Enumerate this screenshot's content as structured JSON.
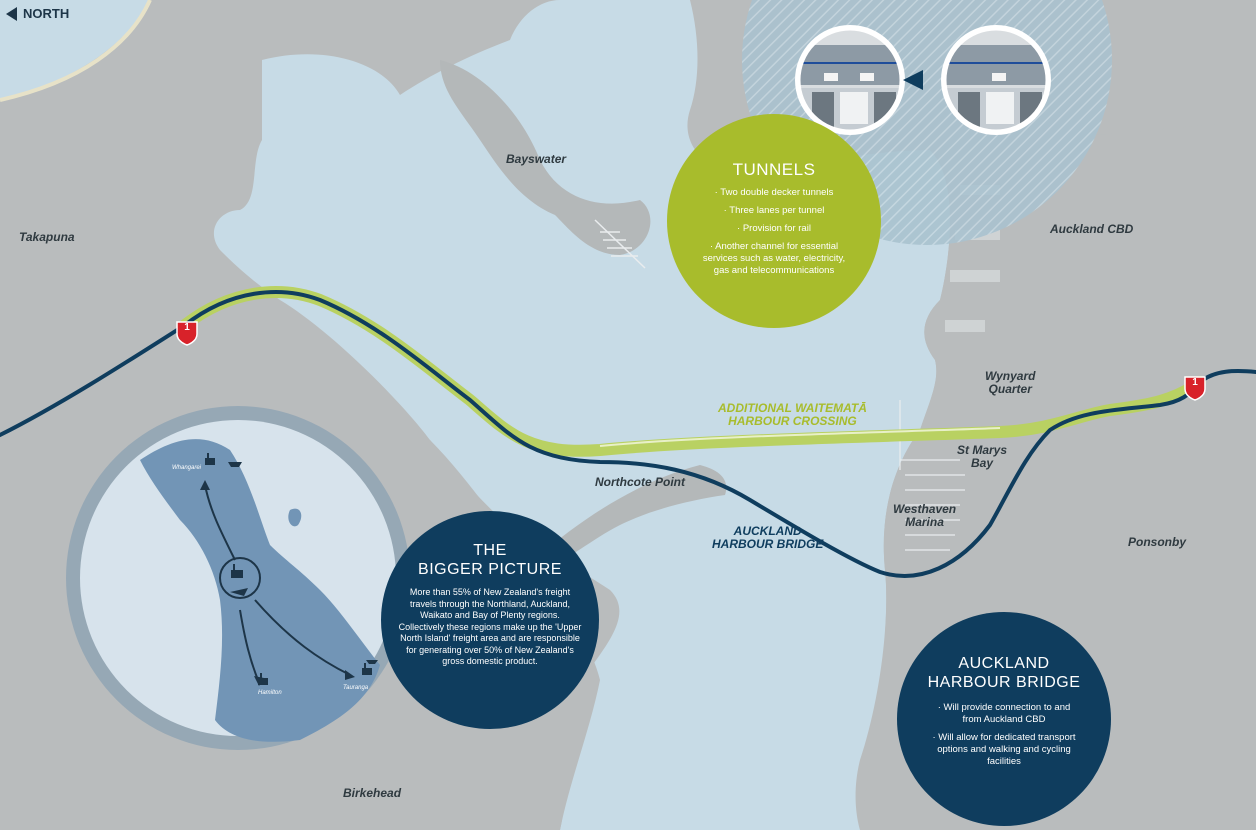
{
  "nav": {
    "north_label": "NORTH",
    "north_icon": "left-arrow-icon"
  },
  "places": {
    "takapuna": "Takapuna",
    "bayswater": "Bayswater",
    "auckland_cbd": "Auckland CBD",
    "wynyard_quarter": "Wynyard\nQuarter",
    "st_marys_bay": "St Marys\nBay",
    "westhaven_marina": "Westhaven\nMarina",
    "northcote_point": "Northcote Point",
    "ponsonby": "Ponsonby",
    "birkehead": "Birkehead"
  },
  "routes": {
    "crossing_label": "ADDITIONAL WAITEMATĀ\nHARBOUR CROSSING",
    "bridge_label": "AUCKLAND\nHARBOUR BRIDGE",
    "shield_number": "1"
  },
  "tunnels": {
    "title": "TUNNELS",
    "items": [
      "· Two double decker tunnels",
      "· Three lanes per tunnel",
      "· Provision for rail",
      "· Another channel for essential services such as water, electricity, gas and telecommunications"
    ]
  },
  "bigger_picture": {
    "title": "THE\nBIGGER PICTURE",
    "body": "More than 55% of New Zealand's freight travels through the Northland, Auckland, Waikato and Bay of Plenty regions. Collectively these regions make up the 'Upper North Island' freight area and are responsible for generating over 50% of New Zealand's gross domestic product."
  },
  "inset_places": {
    "whangarei": "Whangarei",
    "hamilton": "Hamilton",
    "tauranga": "Tauranga"
  },
  "harbour_bridge": {
    "title": "AUCKLAND\nHARBOUR BRIDGE",
    "items": [
      "· Will provide connection to and from Auckland CBD",
      "· Will allow for dedicated transport options and walking and cycling facilities"
    ]
  },
  "colors": {
    "water": "#c7dbe6",
    "land": "#b9bcbd",
    "green": "#a8bc2c",
    "navy": "#0f3d5e",
    "route_green": "#b9d162",
    "shield_red": "#d8222a"
  }
}
